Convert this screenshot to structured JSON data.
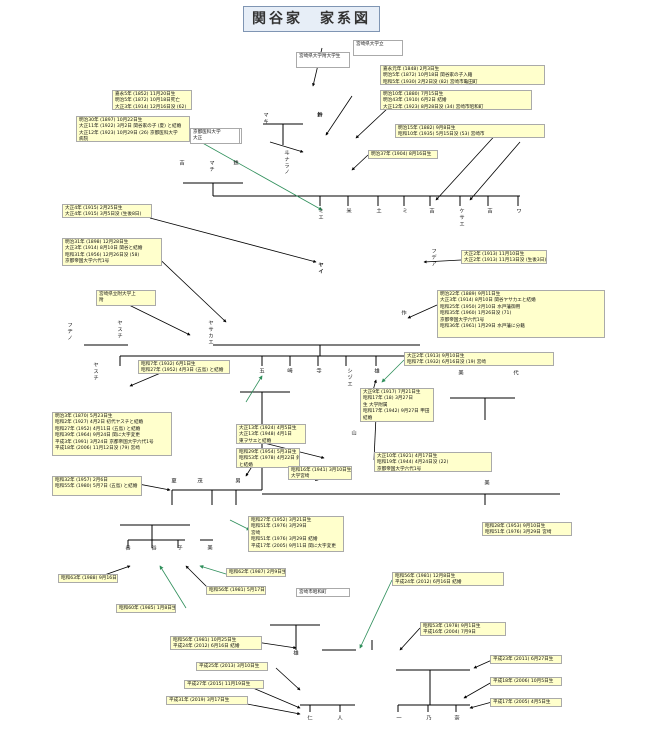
{
  "title": "関谷家　家系図",
  "names": {
    "n1": "鈴",
    "n2": "マキ",
    "n3": "斗ナラノ",
    "n4": "鉄",
    "n5": "吉",
    "n6": "マチ",
    "n7": "ミエ",
    "n8": "米",
    "n9": "土",
    "n10": "ミ",
    "n11": "吉",
    "n12": "ケサエ",
    "n13": "吉",
    "n14": "ワ",
    "n15": "フデア",
    "n16": "ヤイ",
    "n17": "作",
    "n18": "フヂノ",
    "n19": "ヤサカエ",
    "n20": "ヤスチ",
    "n21": "ヤスチ",
    "n22": "五",
    "n23": "シヅエ",
    "n24": "崎",
    "n25": "寺",
    "n26": "雄",
    "n27": "美",
    "n28": "代",
    "n29": "山",
    "n30": "夏",
    "n31": "茂",
    "n32": "男",
    "n33": "美",
    "n34": "谷",
    "n35": "谷",
    "n36": "子",
    "n37": "美",
    "n38": "雄",
    "n39": "仁",
    "n40": "人",
    "n41": "一",
    "n42": "乃",
    "n43": "奈"
  },
  "notes": {
    "b1": "宮崎県大学附大学生",
    "b2": "宮崎県大学立",
    "b3": "宮崎県大学立",
    "b4": "嘉永5年 (1852) 11月20日生\n明治5年 (1872) 10月18日死亡\n大正3年 (1914) 12月16日没 (62)",
    "b5": "明治30年 (1897) 10月22日生\n大正11年 (1922) 3月2日 関谷家の子 (夏) と結婚\n大正12年 (1923) 10月29日 (26) 京都医科大学\n病院",
    "b6": "京都医科大学\n大正",
    "b7": "嘉永元年 (1848) 2月3日生\n明治5年 (1872) 10月18日 関谷家の子入籍\n昭和5年 (1930) 2月2日没 (82) 宮崎市亀田町",
    "b8": "明治10年 (1880) 7月15日生\n明治43年 (1910) 6月2日 結婚\n大正12年 (1923) 8月28日没 (34) 宮崎市昭和町",
    "b9": "明治15年 (1882) 9月8日生\n昭和10年 (1935) 5月15日没 (53) 宮崎市",
    "b10": "明治37年 (1904) 8月16日生",
    "b11": "大正4年 (1915) 2月25日生\n大正4年 (1915) 3月5日没 (生後8日)",
    "b12": "明治31年 (1898) 12月28日生\n大正3年 (1914) 8月10日 関谷と結婚\n昭和31年 (1956) 12月26日没 (58)\n京都帝国大学六代1号",
    "b13": "大正2年 (1913) 11月10日生\n大正2年 (1913) 11月13日没 (生後3日)",
    "b14": "宮崎県立附大学上\n附",
    "b15": "明治22年 (1889) 9月11日生\n大正3年 (1914) 8月10日 関谷ヤサカエと結婚\n昭和25年 (1950) 2月10日 水戸藩御用\n昭和35年 (1960) 1月26日没 (71)\n京都帝国大学六代1号\n昭和36年 (1961) 1月29日 水戸藩に分籍",
    "b16": "昭和7年 (1932) 6月1日生\n昭和27年 (1952) 4月3日 (五島) と結婚",
    "b17": "大正2年 (1913) 9月10日生\n昭和7年 (1932) 6月16日没 (19) 宮崎",
    "b18": "明治3年 (1870) 5月23日生\n昭和2年 (1927) 4月2日 初代ヤスチと結婚\n昭和27年 (1952) 4月11日 (五島) と結婚\n昭和39年 (1964) 9月24日 関に大字変更\n平成3年 (1991) 3月24日 京都帝国大学六代1号\n平成18年 (2006) 11月12日没 (79) 宮崎",
    "b19": "大正9年 (1917) 7月21日生\n昭和17年 (18) 3月27日\n生 大学附属\n昭和17年 (1942) 9月27日 甲田\n結婚",
    "b20": "大正13年 (1924) 4月5日生\n大正13年 (1948) 4月1日\n東ヲサエと結婚",
    "b21": "大正10年 (1921) 4月17日生\n昭和19年 (1944) 4月24日没 (22)\n京都帝国大学六代1号",
    "b22": "昭和29年 (1954) 5月3日生\n昭和53年 (1978) 4月22日 鈴\nと結婚",
    "b23": "昭和16年 (1941) 3月10日生\n大学宮崎",
    "b24": "昭和32年 (1957) 2月6日\n昭和55年 (1980) 5月7日 (五島) と結婚",
    "b25": "昭和27年 (1952) 3月21日生\n昭和51年 (1976) 3月29日\n宮崎\n昭和51年 (1976) 3月29日 結婚\n平成17年 (2005) 9月11日 関に大字変更",
    "b26": "昭和28年 (1953) 9月10日生\n昭和51年 (1976) 3月29日 宮崎",
    "b27": "昭和63年 (1988) 9月16日生",
    "b28": "昭和62年 (1987) 2月9日生",
    "b29": "昭和60年 (1985) 1月8日生",
    "b30": "昭和56年 (1981) 5月17日生",
    "b31": "宮崎市昭和町",
    "b32": "昭和56年 (1981) 12月8日生\n平成24年 (2012) 6月16日 結婚",
    "b33": "昭和53年 (1978) 9月1日生\n平成16年 (2004) 7月9日",
    "b34": "昭和56年 (1981) 10月25日生\n平成24年 (2012) 6月16日 結婚",
    "b35": "平成25年 (2013) 3月10日生",
    "b36": "平成23年 (2011) 6月27日生",
    "b37": "平成27年 (2015) 11月19日生",
    "b38": "平成18年 (2006) 10月5日生",
    "b39": "平成31年 (2019) 3月17日生",
    "b40": "平成17年 (2005) 4月5日生"
  },
  "colors": {
    "box_fill": "#ffffcc",
    "line": "#000000",
    "arrow": "#2f8f5b",
    "title_fill": "#e7eef7"
  }
}
